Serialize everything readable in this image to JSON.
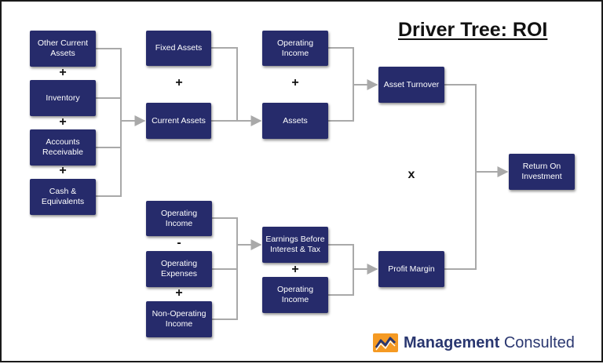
{
  "title": "Driver Tree: ROI",
  "nodes": {
    "other_current_assets": "Other Current Assets",
    "inventory": "Inventory",
    "accounts_receivable": "Accounts Receivable",
    "cash_equivalents": "Cash & Equivalents",
    "fixed_assets": "Fixed Assets",
    "current_assets": "Current Assets",
    "operating_income_top": "Operating Income",
    "assets": "Assets",
    "asset_turnover": "Asset Turnover",
    "return_on_investment": "Return On Investment",
    "operating_income_left": "Operating Income",
    "operating_expenses": "Operating Expenses",
    "non_operating_income": "Non-Operating Income",
    "ebit": "Earnings Before Interest & Tax",
    "operating_income_bottom": "Operating Income",
    "profit_margin": "Profit Margin"
  },
  "operators": {
    "plus_1": "+",
    "plus_2": "+",
    "plus_3": "+",
    "plus_fixed_current": "+",
    "plus_opinc_assets": "+",
    "times": "x",
    "minus": "-",
    "plus_opexp_nonop": "+",
    "plus_ebit_opinc": "+"
  },
  "logo": {
    "brand_first": "Management",
    "brand_second": "Consulted"
  },
  "colors": {
    "node_fill": "#262b6b",
    "connector": "#a9a9a9",
    "logo_orange": "#f59a23",
    "logo_blue": "#2a3770"
  }
}
